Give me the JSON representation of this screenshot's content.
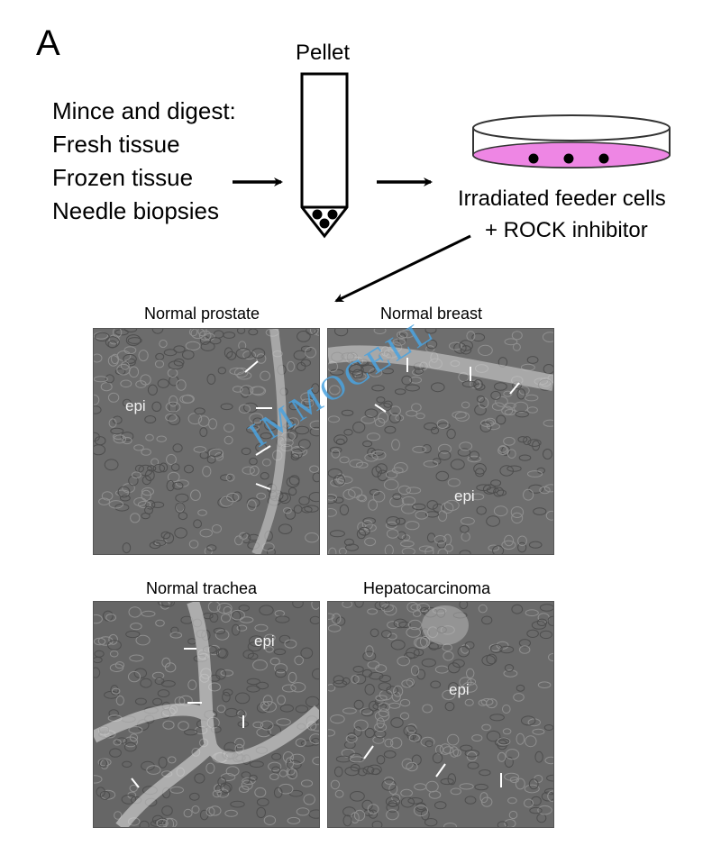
{
  "panel_letter": "A",
  "pellet_label": "Pellet",
  "process": {
    "heading": "Mince and digest:",
    "items": [
      "Fresh tissue",
      "Frozen tissue",
      "Needle biopsies"
    ]
  },
  "feeder": {
    "line1": "Irradiated feeder cells",
    "line2": "+ ROCK inhibitor"
  },
  "panels": [
    {
      "title": "Normal prostate",
      "label": "epi"
    },
    {
      "title": "Normal breast",
      "label": "epi"
    },
    {
      "title": "Normal trachea",
      "label": "epi"
    },
    {
      "title": "Hepatocarcinoma",
      "label": "epi"
    }
  ],
  "watermark": "IMMOCELL",
  "colors": {
    "dish_medium": "#ee86e4",
    "watermark": "#4aa3e0"
  }
}
